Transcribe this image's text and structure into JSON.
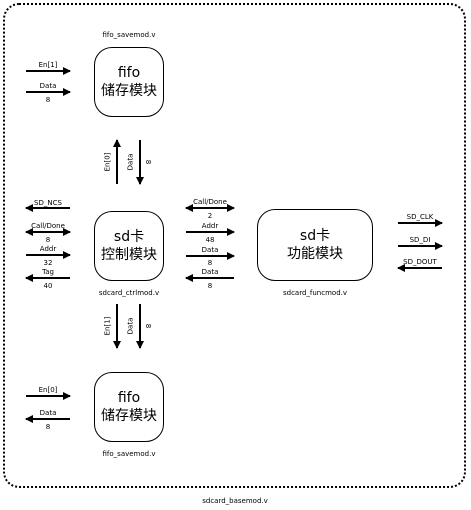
{
  "diagram": {
    "outer": {
      "label": "sdcard_basemod.v"
    },
    "fifo_top": {
      "title": "fifo",
      "subtitle": "储存模块",
      "caption": "fifo_savemod.v",
      "in_en_label": "En[1]",
      "in_data_label": "Data",
      "in_data_width": "8"
    },
    "ctrl": {
      "title": "sd卡",
      "subtitle": "控制模块",
      "caption": "sdcard_ctrlmod.v",
      "sd_ncs": "SD_NCS",
      "calldone_label": "Call/Done",
      "calldone_width": "8",
      "addr_label": "Addr",
      "addr_width": "32",
      "tag_label": "Tag",
      "tag_width": "40"
    },
    "between_top": {
      "en_label": "En[0]",
      "data_label": "Data",
      "data_width": "8"
    },
    "ctrl_func": {
      "calldone_label": "Call/Done",
      "calldone_width": "2",
      "addr_label": "Addr",
      "addr_width": "48",
      "data_in_label": "Data",
      "data_in_width": "8",
      "data_out_label": "Data",
      "data_out_width": "8"
    },
    "func": {
      "title": "sd卡",
      "subtitle": "功能模块",
      "caption": "sdcard_funcmod.v",
      "sd_clk": "SD_CLK",
      "sd_di": "SD_DI",
      "sd_dout": "SD_DOUT"
    },
    "between_bottom": {
      "en_label": "En[1]",
      "data_label": "Data",
      "data_width": "8"
    },
    "fifo_bottom": {
      "title": "fifo",
      "subtitle": "储存模块",
      "caption": "fifo_savemod.v",
      "in_en_label": "En[0]",
      "out_data_label": "Data",
      "out_data_width": "8"
    }
  }
}
